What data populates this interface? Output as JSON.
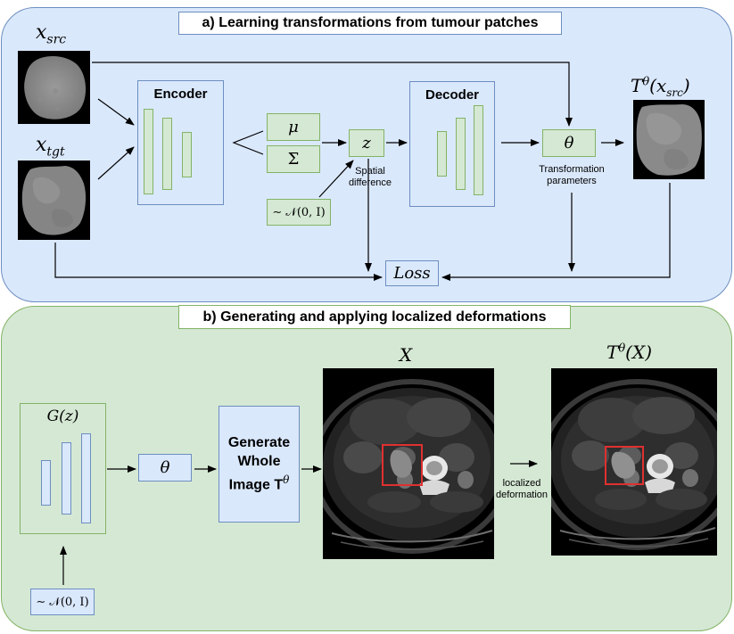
{
  "panel_a": {
    "title": "a) Learning transformations from tumour patches",
    "x_src": "x",
    "x_src_sub": "src",
    "x_tgt": "x",
    "x_tgt_sub": "tgt",
    "encoder": "Encoder",
    "decoder": "Decoder",
    "mu": "μ",
    "sigma": "Σ",
    "z": "z",
    "noise": "∼ 𝒩(0, I)",
    "spatial_difference": "Spatial\ndifference",
    "theta": "θ",
    "transformation_parameters": "Transformation\nparameters",
    "output": "T",
    "output_sup": "θ",
    "output_arg": "(x",
    "output_arg_sub": "src",
    "output_close": ")",
    "loss": "Loss"
  },
  "panel_b": {
    "title": "b) Generating and applying localized deformations",
    "generator": "G(z)",
    "noise": "∼ 𝒩(0, I)",
    "theta": "θ",
    "generate_line1": "Generate",
    "generate_line2": "Whole",
    "generate_line3": "Image T",
    "generate_sup": "θ",
    "x_label": "X",
    "tx_label": "T",
    "tx_sup": "θ",
    "tx_arg": "(X)",
    "localized_deformation": "localized\ndeformation"
  }
}
